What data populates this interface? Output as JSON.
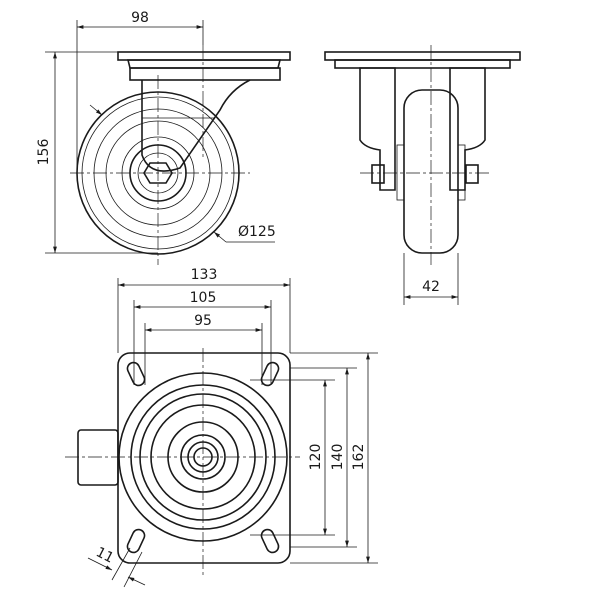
{
  "side_view": {
    "width_offset": "98",
    "height": "156",
    "wheel_diameter": "Ø125"
  },
  "front_view": {
    "wheel_width": "42"
  },
  "top_view": {
    "plate_width": "133",
    "hole_spacing_outer": "105",
    "hole_spacing_inner": "95",
    "hole_spacing_vert_inner": "120",
    "hole_spacing_vert_outer": "140",
    "plate_length": "162",
    "slot_width": "11"
  }
}
